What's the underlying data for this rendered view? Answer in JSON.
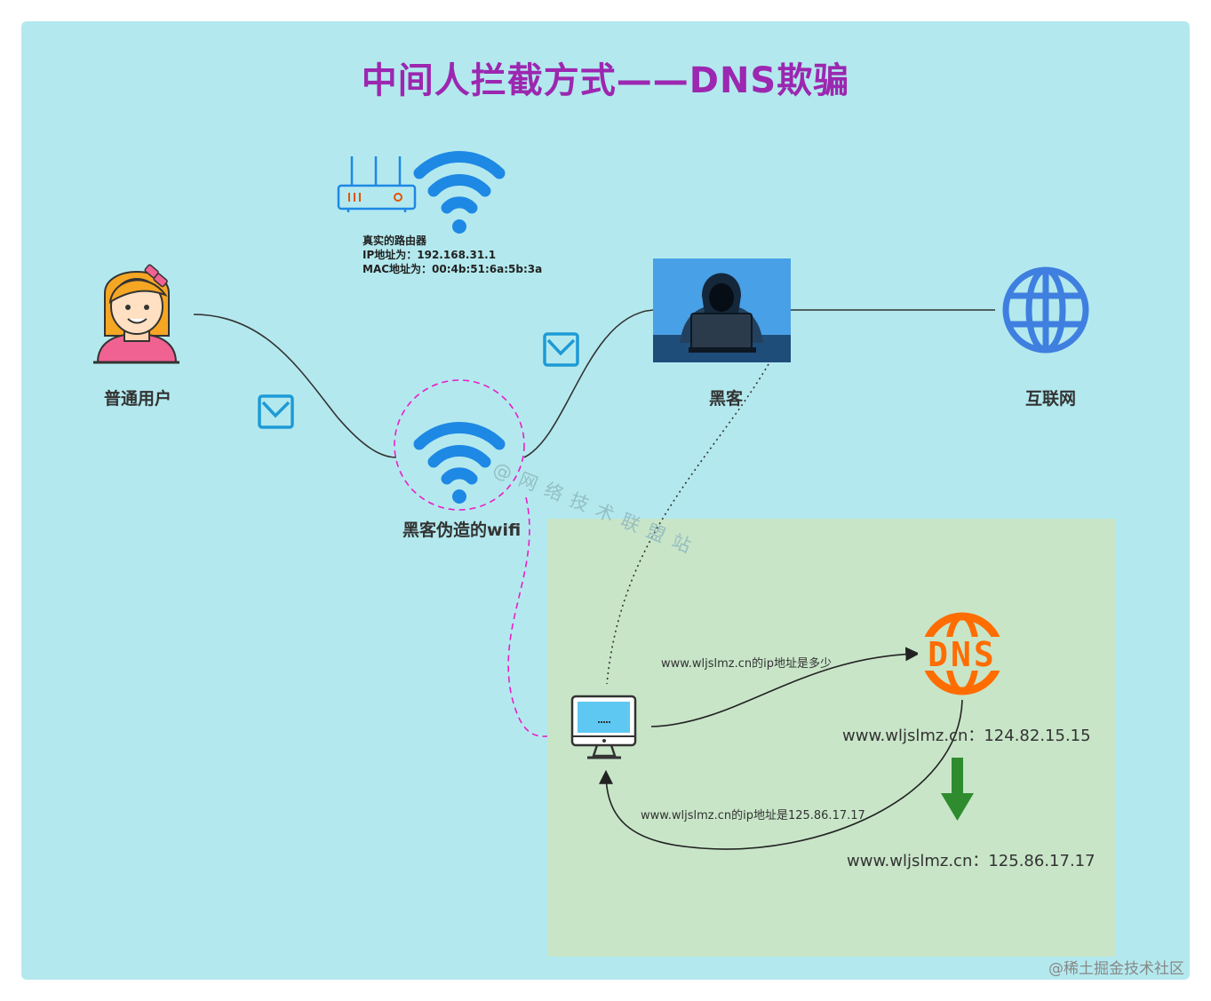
{
  "title": "中间人拦截方式——DNS欺骗",
  "nodes": {
    "user": "普通用户",
    "fake_wifi": "黑客伪造的wifi",
    "hacker": "黑客",
    "internet": "互联网"
  },
  "router": {
    "line1": "真实的路由器",
    "line2": "IP地址为：192.168.31.1",
    "line3": "MAC地址为：00:4b:51:6a:5b:3a"
  },
  "dns": {
    "icon_text": "DNS",
    "query_label": "www.wljslmz.cn的ip地址是多少",
    "reply_label": "www.wljslmz.cn的ip地址是125.86.17.17",
    "real_record": "www.wljslmz.cn：124.82.15.15",
    "spoofed_record": "www.wljslmz.cn：125.86.17.17"
  },
  "watermark": "@网络技术联盟站",
  "corner_watermark": "@稀土掘金技术社区",
  "colors": {
    "background": "#b3e9ee",
    "green_zone": "#c8e5c8",
    "title": "#9c27b0",
    "wifi_blue": "#1e88e5",
    "dns_orange": "#ff6d00",
    "magenta_dash": "#e91ec7",
    "down_arrow": "#2e8b2e"
  },
  "icons": [
    "user-avatar-icon",
    "router-icon",
    "wifi-icon",
    "mail-icon",
    "hacker-photo",
    "globe-icon",
    "computer-icon",
    "dns-icon",
    "down-arrow-icon"
  ]
}
